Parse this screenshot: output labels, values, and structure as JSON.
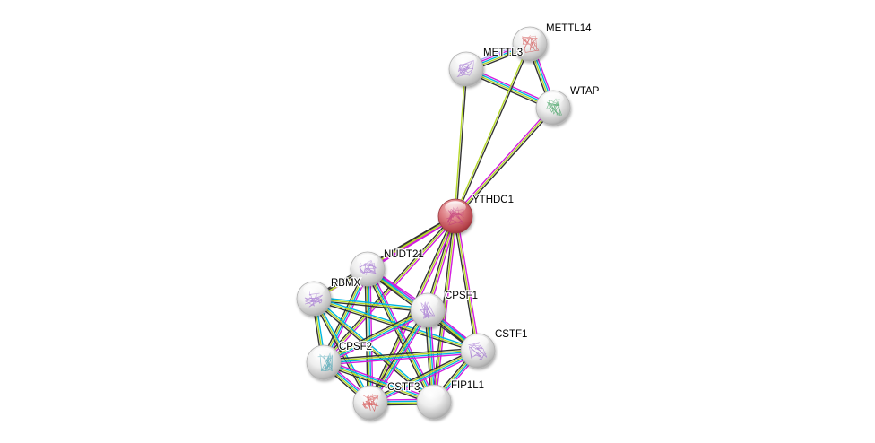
{
  "title": "Protein interaction network",
  "query_protein": "YTHDC1",
  "edge_colors": {
    "curated": "#00b6e0",
    "experimental": "#d21ce0",
    "textmining": "#b6d928",
    "coexpression": "#333333",
    "homology": "#a3a3f5"
  },
  "nodes": [
    {
      "id": "YTHDC1",
      "label": "YTHDC1",
      "query": true,
      "color": "#d4585f",
      "structure": "#c0397a"
    },
    {
      "id": "METTL14",
      "label": "METTL14",
      "query": false,
      "color": "#dddddd",
      "structure": "#d05050"
    },
    {
      "id": "METTL3",
      "label": "METTL3",
      "query": false,
      "color": "#dddddd",
      "structure": "#a070d0"
    },
    {
      "id": "WTAP",
      "label": "WTAP",
      "query": false,
      "color": "#dddddd",
      "structure": "#40a060"
    },
    {
      "id": "NUDT21",
      "label": "NUDT21",
      "query": false,
      "color": "#dddddd",
      "structure": "#a070d0"
    },
    {
      "id": "RBMX",
      "label": "RBMX",
      "query": false,
      "color": "#dddddd",
      "structure": "#a070d0"
    },
    {
      "id": "CPSF1",
      "label": "CPSF1",
      "query": false,
      "color": "#dddddd",
      "structure": "#a070d0"
    },
    {
      "id": "CSTF1",
      "label": "CSTF1",
      "query": false,
      "color": "#dddddd",
      "structure": "#a070d0"
    },
    {
      "id": "CPSF2",
      "label": "CPSF2",
      "query": false,
      "color": "#dddddd",
      "structure": "#40a0b0"
    },
    {
      "id": "CSTF3",
      "label": "CSTF3",
      "query": false,
      "color": "#dddddd",
      "structure": "#d04040"
    },
    {
      "id": "FIP1L1",
      "label": "FIP1L1",
      "query": false,
      "color": "#dddddd",
      "structure": null
    }
  ],
  "edges": [
    {
      "source": "METTL3",
      "target": "METTL14",
      "types": [
        "homology",
        "experimental",
        "curated",
        "textmining",
        "coexpression"
      ]
    },
    {
      "source": "METTL3",
      "target": "WTAP",
      "types": [
        "experimental",
        "curated",
        "textmining",
        "coexpression"
      ]
    },
    {
      "source": "METTL14",
      "target": "WTAP",
      "types": [
        "experimental",
        "curated",
        "textmining",
        "coexpression"
      ]
    },
    {
      "source": "YTHDC1",
      "target": "METTL3",
      "types": [
        "textmining",
        "coexpression"
      ]
    },
    {
      "source": "YTHDC1",
      "target": "METTL14",
      "types": [
        "textmining",
        "coexpression"
      ]
    },
    {
      "source": "YTHDC1",
      "target": "WTAP",
      "types": [
        "experimental",
        "textmining",
        "coexpression"
      ]
    },
    {
      "source": "YTHDC1",
      "target": "NUDT21",
      "types": [
        "experimental",
        "textmining",
        "coexpression"
      ]
    },
    {
      "source": "YTHDC1",
      "target": "RBMX",
      "types": [
        "experimental",
        "textmining",
        "coexpression"
      ]
    },
    {
      "source": "YTHDC1",
      "target": "CPSF1",
      "types": [
        "experimental",
        "textmining",
        "coexpression"
      ]
    },
    {
      "source": "YTHDC1",
      "target": "CSTF1",
      "types": [
        "experimental",
        "textmining",
        "coexpression"
      ]
    },
    {
      "source": "YTHDC1",
      "target": "CPSF2",
      "types": [
        "experimental",
        "textmining",
        "coexpression"
      ]
    },
    {
      "source": "YTHDC1",
      "target": "CSTF3",
      "types": [
        "experimental",
        "textmining",
        "coexpression"
      ]
    },
    {
      "source": "YTHDC1",
      "target": "FIP1L1",
      "types": [
        "experimental",
        "textmining",
        "coexpression"
      ]
    },
    {
      "source": "NUDT21",
      "target": "RBMX",
      "types": [
        "textmining",
        "coexpression"
      ]
    },
    {
      "source": "NUDT21",
      "target": "CPSF1",
      "types": [
        "curated",
        "experimental",
        "textmining",
        "coexpression"
      ]
    },
    {
      "source": "NUDT21",
      "target": "CSTF1",
      "types": [
        "curated",
        "experimental",
        "textmining",
        "coexpression"
      ]
    },
    {
      "source": "NUDT21",
      "target": "CPSF2",
      "types": [
        "curated",
        "experimental",
        "textmining",
        "coexpression"
      ]
    },
    {
      "source": "NUDT21",
      "target": "CSTF3",
      "types": [
        "curated",
        "experimental",
        "textmining",
        "coexpression"
      ]
    },
    {
      "source": "NUDT21",
      "target": "FIP1L1",
      "types": [
        "curated",
        "experimental",
        "textmining",
        "coexpression"
      ]
    },
    {
      "source": "RBMX",
      "target": "CPSF1",
      "types": [
        "curated",
        "textmining",
        "coexpression"
      ]
    },
    {
      "source": "RBMX",
      "target": "CSTF1",
      "types": [
        "curated",
        "textmining",
        "coexpression"
      ]
    },
    {
      "source": "RBMX",
      "target": "CPSF2",
      "types": [
        "curated",
        "textmining",
        "coexpression"
      ]
    },
    {
      "source": "RBMX",
      "target": "CSTF3",
      "types": [
        "curated",
        "textmining",
        "coexpression"
      ]
    },
    {
      "source": "RBMX",
      "target": "FIP1L1",
      "types": [
        "curated",
        "textmining",
        "coexpression"
      ]
    },
    {
      "source": "CPSF1",
      "target": "CSTF1",
      "types": [
        "curated",
        "experimental",
        "textmining",
        "coexpression"
      ]
    },
    {
      "source": "CPSF1",
      "target": "CPSF2",
      "types": [
        "curated",
        "experimental",
        "textmining",
        "coexpression"
      ]
    },
    {
      "source": "CPSF1",
      "target": "CSTF3",
      "types": [
        "curated",
        "experimental",
        "textmining",
        "coexpression"
      ]
    },
    {
      "source": "CPSF1",
      "target": "FIP1L1",
      "types": [
        "curated",
        "experimental",
        "textmining",
        "coexpression"
      ]
    },
    {
      "source": "CSTF1",
      "target": "CPSF2",
      "types": [
        "curated",
        "experimental",
        "textmining",
        "coexpression"
      ]
    },
    {
      "source": "CSTF1",
      "target": "CSTF3",
      "types": [
        "curated",
        "experimental",
        "textmining",
        "coexpression"
      ]
    },
    {
      "source": "CSTF1",
      "target": "FIP1L1",
      "types": [
        "curated",
        "experimental",
        "textmining",
        "coexpression"
      ]
    },
    {
      "source": "CPSF2",
      "target": "CSTF3",
      "types": [
        "curated",
        "experimental",
        "textmining",
        "coexpression"
      ]
    },
    {
      "source": "CPSF2",
      "target": "FIP1L1",
      "types": [
        "curated",
        "experimental",
        "textmining",
        "coexpression"
      ]
    },
    {
      "source": "CSTF3",
      "target": "FIP1L1",
      "types": [
        "curated",
        "experimental",
        "textmining",
        "coexpression"
      ]
    }
  ]
}
